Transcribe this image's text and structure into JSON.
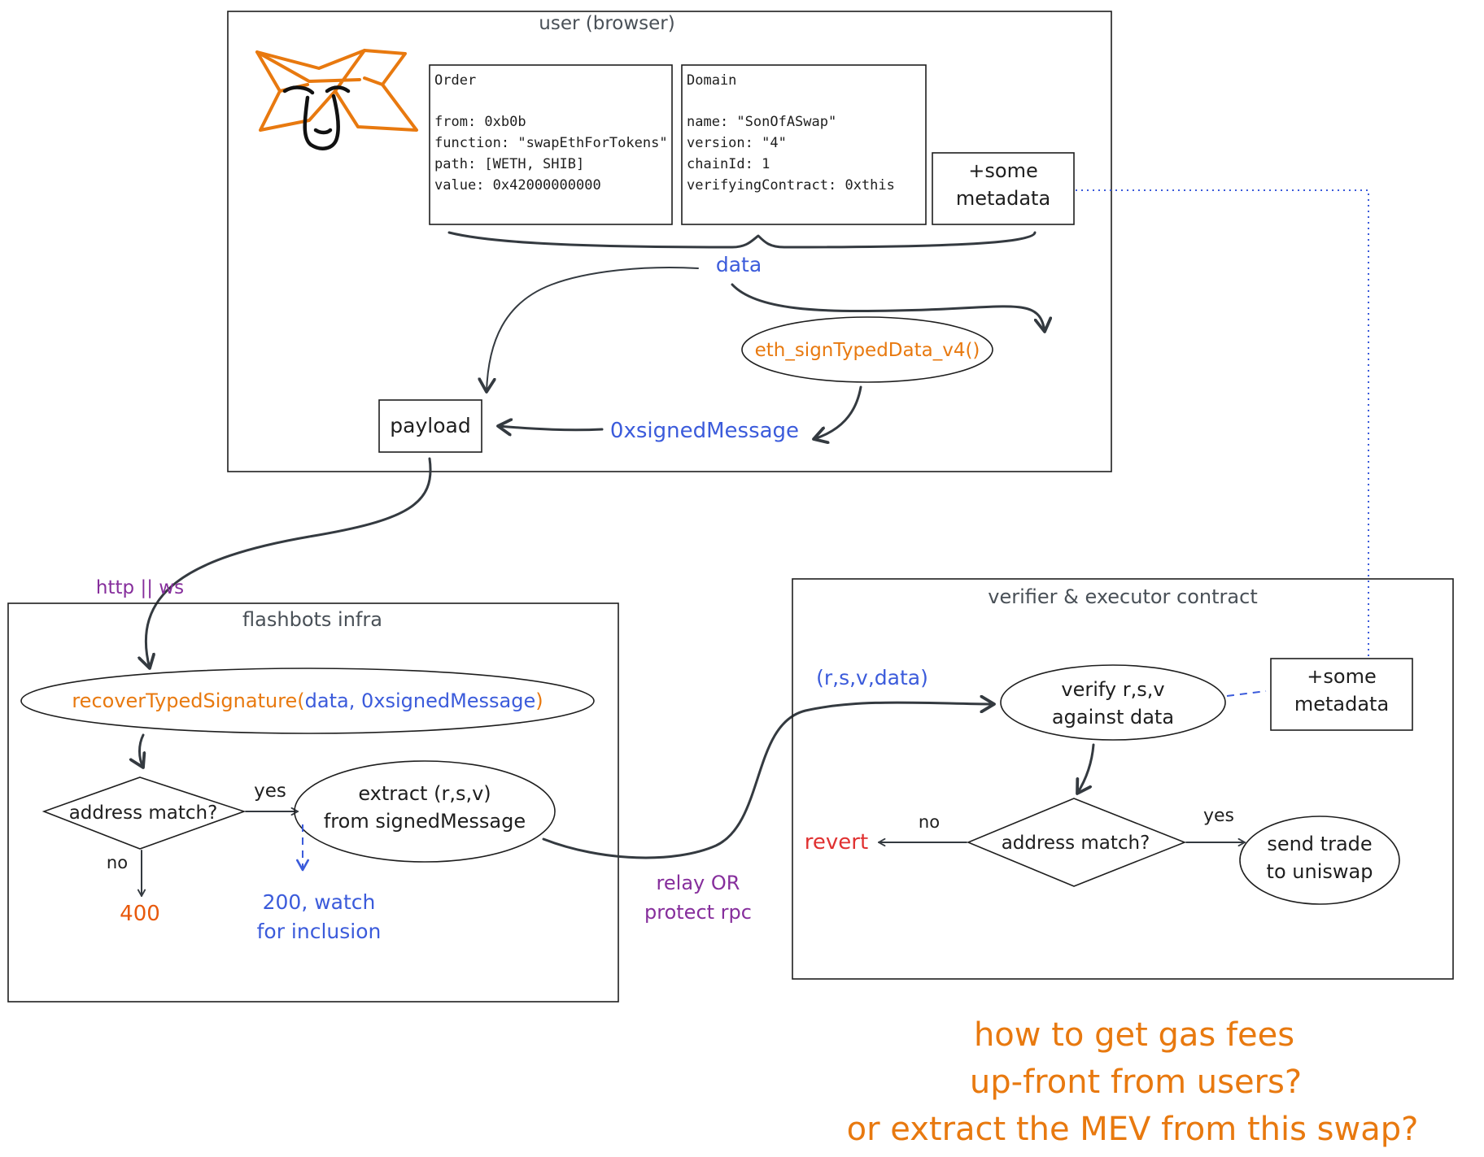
{
  "colors": {
    "ink": "#1e1e1e",
    "blue": "#3b5bdb",
    "orange": "#e8790f",
    "purple": "#862e9c",
    "red": "#e03131"
  },
  "user_box": {
    "title": "user (browser)",
    "logo_icon": "metamask-fox-icon",
    "order": {
      "title": "Order",
      "lines": [
        "from: 0xb0b",
        "function: \"swapEthForTokens\"",
        "path: [WETH, SHIB]",
        "value: 0x42000000000"
      ]
    },
    "domain": {
      "title": "Domain",
      "lines": [
        "name: \"SonOfASwap\"",
        "version: \"4\"",
        "chainId: 1",
        "verifyingContract: 0xthis"
      ]
    },
    "metadata": {
      "line1": "+some",
      "line2": "metadata"
    },
    "data_label": "data",
    "sign_fn": "eth_signTypedData_v4()",
    "signed_message": "0xsignedMessage",
    "payload": "payload"
  },
  "transport_label": "http || ws",
  "flashbots_box": {
    "title": "flashbots infra",
    "recover": {
      "fn": "recoverTypedSignature(",
      "args": "data, 0xsignedMessage",
      "close": ")"
    },
    "decision": "address match?",
    "yes": "yes",
    "no": "no",
    "extract": {
      "line1": "extract (r,s,v)",
      "line2": "from signedMessage"
    },
    "error_code": "400",
    "success": {
      "line1": "200, watch",
      "line2": "for inclusion"
    }
  },
  "relay_label": {
    "line1": "relay OR",
    "line2": "protect rpc"
  },
  "verifier_box": {
    "title": "verifier & executor contract",
    "input_label": "(r,s,v,data)",
    "verify": {
      "line1": "verify r,s,v",
      "line2": "against data"
    },
    "metadata": {
      "line1": "+some",
      "line2": "metadata"
    },
    "decision": "address match?",
    "yes": "yes",
    "no": "no",
    "revert": "revert",
    "send": {
      "line1": "send trade",
      "line2": "to uniswap"
    }
  },
  "footer_question": {
    "line1": "how to get gas fees",
    "line2": "up-front from users?",
    "line3": "or extract the MEV from this swap?"
  }
}
